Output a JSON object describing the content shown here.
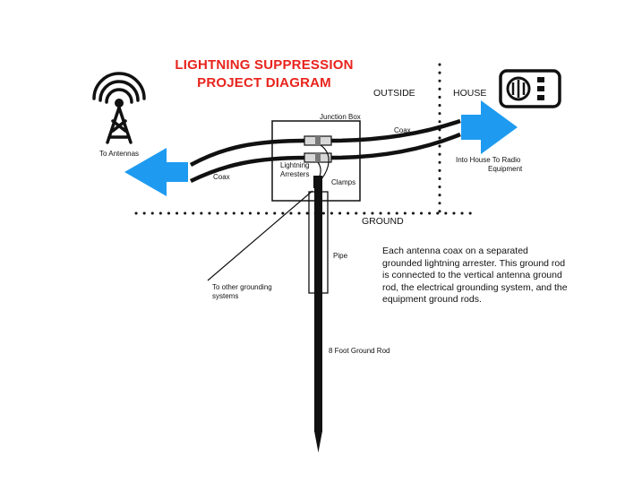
{
  "title": {
    "line1": "LIGHTNING SUPPRESSION",
    "line2": "PROJECT DIAGRAM"
  },
  "labels": {
    "outside": "OUTSIDE",
    "house": "HOUSE",
    "junction_box": "Junction Box",
    "coax_left": "Coax",
    "coax_right": "Coax",
    "to_antennas": "To Antennas",
    "into_house_line1": "Into House To Radio",
    "into_house_line2": "Equipment",
    "lightning_arresters_line1": "Lightning",
    "lightning_arresters_line2": "Arresters",
    "clamps": "Clamps",
    "ground": "GROUND",
    "pipe": "Pipe",
    "to_other_grounding_line1": "To other grounding",
    "to_other_grounding_line2": "systems",
    "ground_rod": "8 Foot Ground Rod"
  },
  "description": "Each antenna coax on a separated grounded lightning arrester. This ground rod is connected to the vertical antenna ground rod, the electrical grounding system, and the equipment ground rods.",
  "colors": {
    "title": "#e8231c",
    "arrow": "#1e9bf0",
    "line": "#111111"
  },
  "icons": {
    "antenna": "radio-tower-icon",
    "radio": "radio-icon"
  }
}
